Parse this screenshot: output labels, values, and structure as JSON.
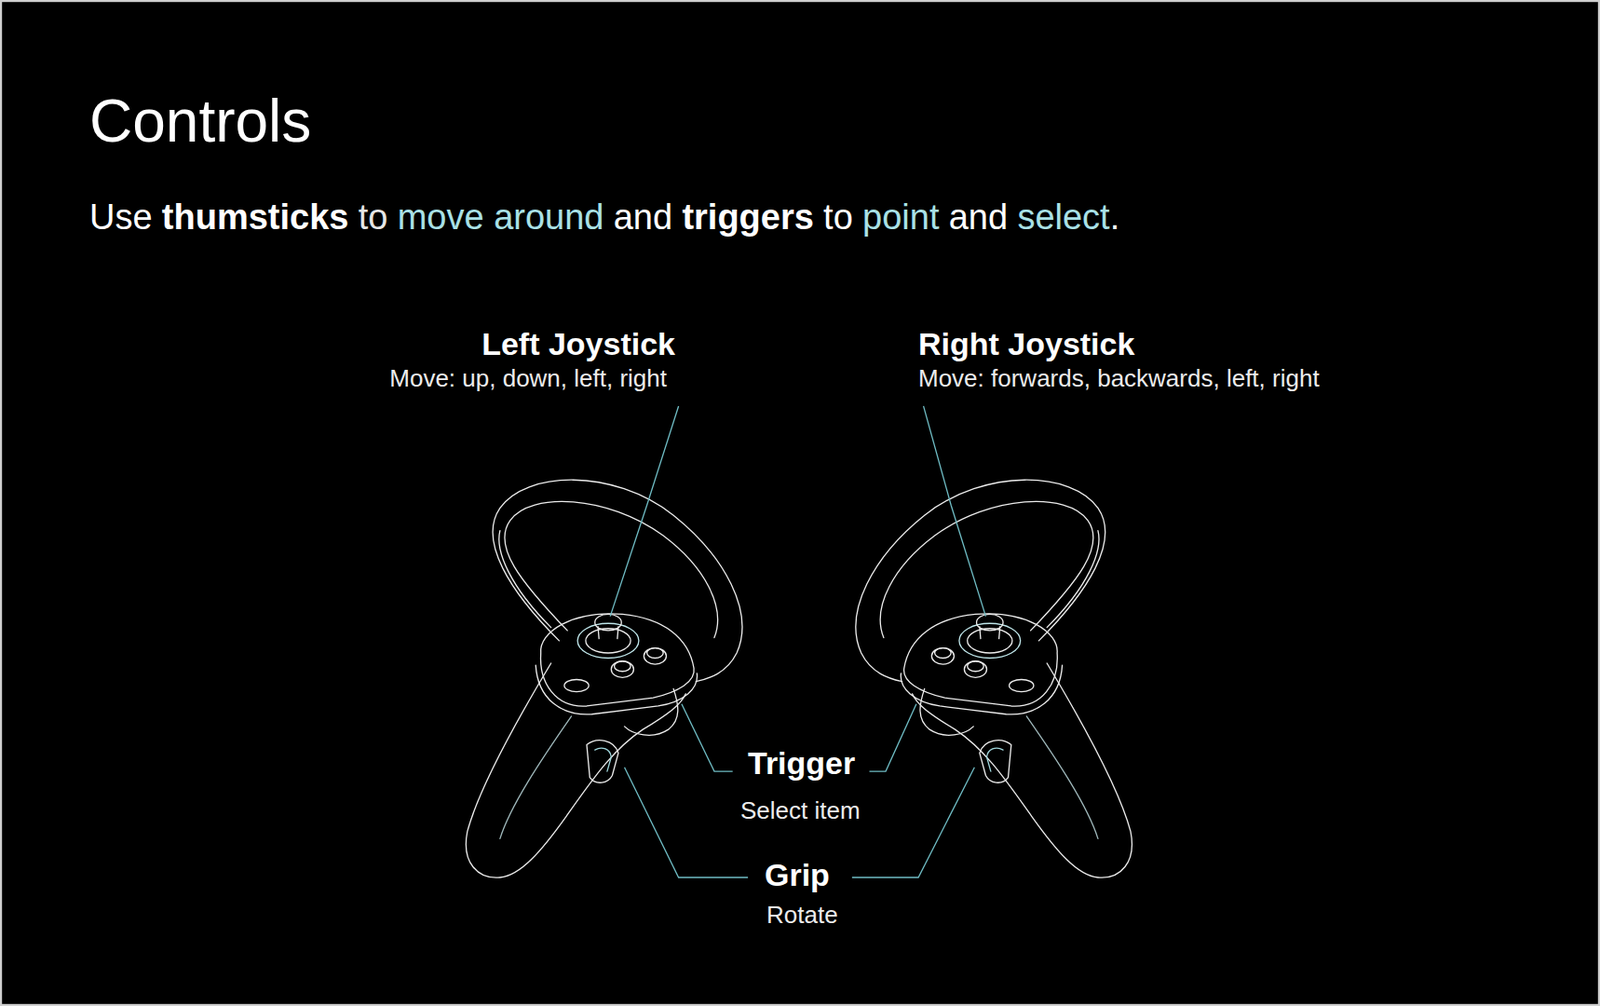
{
  "diagram": {
    "title": "Controls",
    "labels": [
      "Use",
      "thumsticks",
      "to",
      "move around",
      "and",
      "triggers",
      "to",
      "point",
      "and",
      "select",
      ".",
      "Left Joystick",
      "Move: up, down, left, right",
      "Right Joystick",
      "Move: forwards, backwards, left, right",
      "Trigger",
      "Select item",
      "Grip",
      "Rotate"
    ]
  }
}
